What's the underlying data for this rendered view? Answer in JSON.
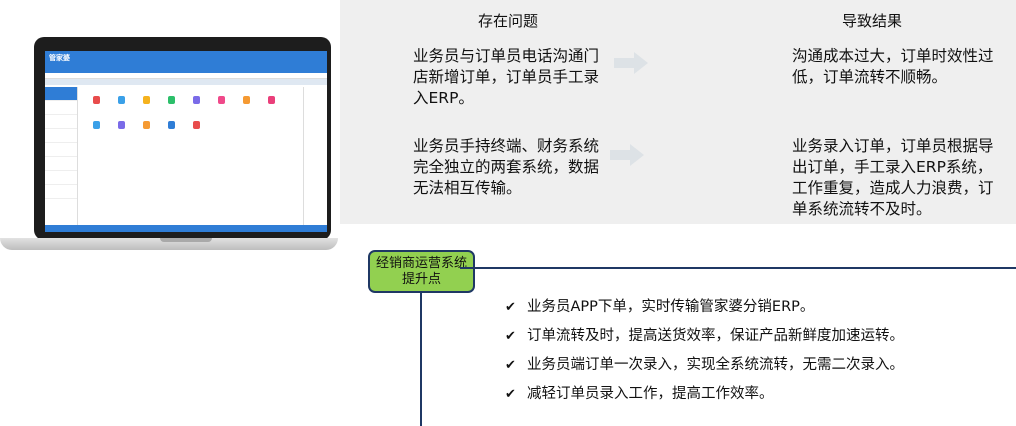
{
  "problems": {
    "header": "存在问题",
    "items": [
      "业务员与订单员电话沟通门店新增订单，订单员手工录入ERP。",
      "业务员手持终端、财务系统完全独立的两套系统，数据无法相互传输。"
    ]
  },
  "results": {
    "header": "导致结果",
    "items": [
      "沟通成本过大，订单时效性过低，订单流转不顺畅。",
      "业务录入订单，订单员根据导出订单，手工录入ERP系统，工作重复，造成人力浪费，订单系统流转不及时。"
    ]
  },
  "improvement": {
    "label": "经销商运营系统提升点",
    "check_icon": "check-icon",
    "points": [
      "业务员APP下单，实时传输管家婆分销ERP。",
      "订单流转及时，提高送货效率，保证产品新鲜度加速运转。",
      "业务员端订单一次录入，实现全系统流转，无需二次录入。",
      "减轻订单员录入工作，提高工作效率。"
    ]
  },
  "laptop_screen": {
    "logo": "管家婆"
  },
  "colors": {
    "panel": "#efefef",
    "accent_line": "#1f3864",
    "green_box": "#92d050",
    "erp_blue": "#2f7dd6"
  }
}
